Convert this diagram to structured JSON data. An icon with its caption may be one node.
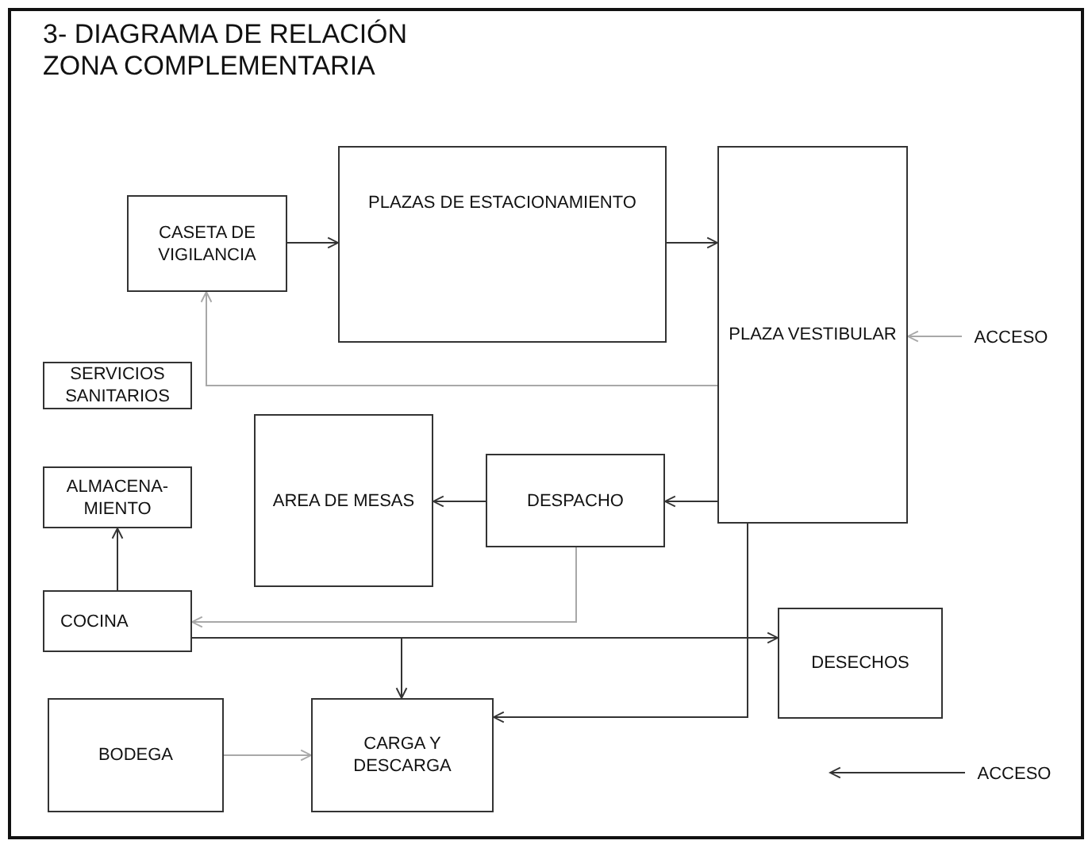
{
  "diagram": {
    "title": "3- DIAGRAMA DE RELACIÓN ZONA COMPLEMENTARIA",
    "nodes": [
      {
        "text": [
          "CASETA DE VIGILANCIA"
        ]
      },
      {
        "text": [
          "PLAZAS DE ESTACIONAMIENTO"
        ]
      },
      {
        "text": [
          "PLAZA VESTIBULAR"
        ]
      },
      {
        "text": [
          "ACCESO"
        ]
      },
      {
        "text": [
          "SERVICIOS SANITARIOS"
        ]
      },
      {
        "text": [
          "ALMACENA- MIENTO"
        ]
      },
      {
        "text": [
          "AREA DE MESAS"
        ]
      },
      {
        "text": [
          "DESPACHO"
        ]
      },
      {
        "text": [
          "COCINA"
        ]
      },
      {
        "text": [
          "DESECHOS"
        ]
      },
      {
        "text": [
          "BODEGA"
        ]
      },
      {
        "text": [
          "CARGA Y DESCARGA"
        ]
      },
      {
        "text": [
          "ACCESO"
        ]
      }
    ],
    "edges": [
      {
        "from": 0,
        "to": 1,
        "arrow": "to"
      },
      {
        "from": 1,
        "to": 2,
        "arrow": "to"
      },
      {
        "from": 2,
        "to": 0,
        "arrow": "to",
        "color": "#a8a8a8"
      },
      {
        "from": 3,
        "to": 2,
        "arrow": "to",
        "color": "#a8a8a8"
      },
      {
        "from": 2,
        "to": 7,
        "arrow": "to"
      },
      {
        "from": 7,
        "to": 6,
        "arrow": "to"
      },
      {
        "from": 7,
        "to": 8,
        "arrow": "to",
        "color": "#a8a8a8"
      },
      {
        "from": 8,
        "to": 5,
        "arrow": "to"
      },
      {
        "from": 8,
        "to": 9,
        "arrow": "to"
      },
      {
        "from": 8,
        "to": 11,
        "arrow": "to"
      },
      {
        "from": 2,
        "to": 11,
        "arrow": "to"
      },
      {
        "from": 10,
        "to": 11,
        "arrow": "to",
        "color": "#a8a8a8"
      },
      {
        "from": 12,
        "to": null,
        "arrow": "to"
      }
    ]
  }
}
